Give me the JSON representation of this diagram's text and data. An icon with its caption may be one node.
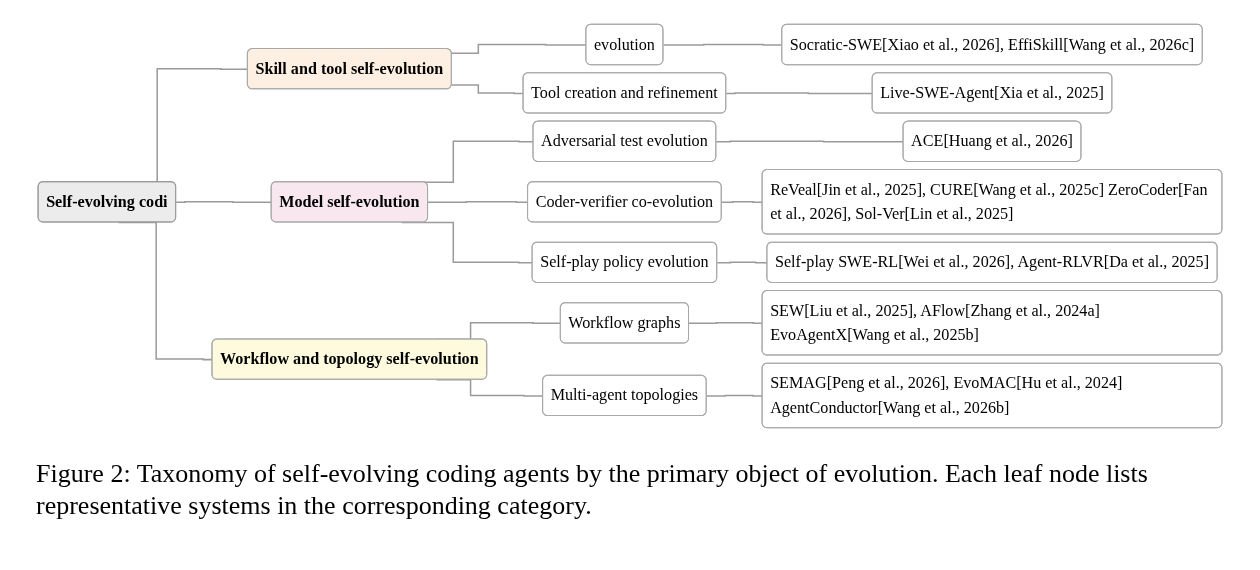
{
  "diagram": {
    "caption": "Figure 2: Taxonomy of self-evolving coding agents by the primary object of evolution. Each leaf node lists representative systems in the corresponding category.",
    "nodes": [
      {
        "text": [
          "Self-evolving codi"
        ]
      },
      {
        "text": [
          "Skill and tool self-evolution"
        ]
      },
      {
        "text": [
          "evolution"
        ]
      },
      {
        "text": [
          "Socratic-SWE[Xiao et al., 2026], EffiSkill[Wang et al., 2026c]"
        ]
      },
      {
        "text": [
          "Tool creation and refinement"
        ]
      },
      {
        "text": [
          "Live-SWE-Agent[Xia et al., 2025]"
        ]
      },
      {
        "text": [
          "Model self-evolution"
        ]
      },
      {
        "text": [
          "Adversarial test evolution"
        ]
      },
      {
        "text": [
          "ACE[Huang et al., 2026]"
        ]
      },
      {
        "text": [
          "Coder-verifier co-evolution"
        ]
      },
      {
        "text": [
          "ReVeal[Jin et al., 2025], CURE[Wang et al., 2025c] ZeroCoder[Fan et al., 2026], Sol-Ver[Lin et al., 2025]"
        ]
      },
      {
        "text": [
          "Self-play policy evolution"
        ]
      },
      {
        "text": [
          "Self-play SWE-RL[Wei et al., 2026], Agent-RLVR[Da et al., 2025]"
        ]
      },
      {
        "text": [
          "Workflow and topology self-evolution"
        ]
      },
      {
        "text": [
          "Workflow graphs"
        ]
      },
      {
        "text": [
          "SEW[Liu et al., 2025], AFlow[Zhang et al., 2024a] EvoAgentX[Wang et al., 2025b]"
        ]
      },
      {
        "text": [
          "Multi-agent topologies"
        ]
      },
      {
        "text": [
          "SEMAG[Peng et al., 2026], EvoMAC[Hu et al., 2024] AgentConductor[Wang et al., 2026b]"
        ]
      }
    ],
    "edges": [
      {
        "from": 0,
        "to": 1,
        "arrow": "none"
      },
      {
        "from": 0,
        "to": 6,
        "arrow": "none"
      },
      {
        "from": 0,
        "to": 13,
        "arrow": "none"
      },
      {
        "from": 1,
        "to": 2,
        "arrow": "none"
      },
      {
        "from": 1,
        "to": 4,
        "arrow": "none"
      },
      {
        "from": 2,
        "to": 3,
        "arrow": "none"
      },
      {
        "from": 4,
        "to": 5,
        "arrow": "none"
      },
      {
        "from": 6,
        "to": 7,
        "arrow": "none"
      },
      {
        "from": 6,
        "to": 9,
        "arrow": "none"
      },
      {
        "from": 6,
        "to": 11,
        "arrow": "none"
      },
      {
        "from": 7,
        "to": 8,
        "arrow": "none"
      },
      {
        "from": 9,
        "to": 10,
        "arrow": "none"
      },
      {
        "from": 11,
        "to": 12,
        "arrow": "none"
      },
      {
        "from": 13,
        "to": 14,
        "arrow": "none"
      },
      {
        "from": 13,
        "to": 16,
        "arrow": "none"
      },
      {
        "from": 14,
        "to": 15,
        "arrow": "none"
      },
      {
        "from": 16,
        "to": 17,
        "arrow": "none"
      }
    ]
  }
}
